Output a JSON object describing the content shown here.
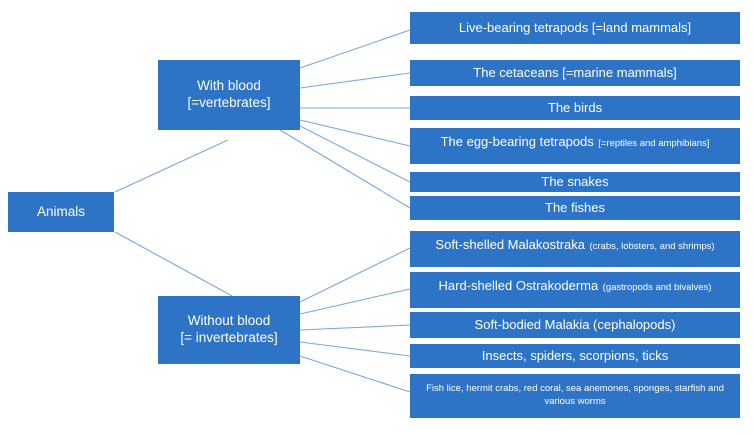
{
  "root": {
    "label": "Animals"
  },
  "branches": [
    {
      "id": "blood",
      "label_line1": "With blood",
      "label_line2": "[=vertebrates]"
    },
    {
      "id": "noblood",
      "label_line1": "Without blood",
      "label_line2": "[= invertebrates]"
    }
  ],
  "leaves_blood": [
    {
      "main": "Live-bearing tetrapods [=land mammals]"
    },
    {
      "main": "The cetaceans  [=marine mammals]"
    },
    {
      "main": "The birds"
    },
    {
      "main": "The egg-bearing tetrapods",
      "small": "[=reptiles and amphibians]"
    },
    {
      "main": "The snakes"
    },
    {
      "main": "The fishes"
    }
  ],
  "leaves_noblood": [
    {
      "main": "Soft-shelled Malakostraka",
      "small": "(crabs, lobsters, and shrimps)"
    },
    {
      "main": "Hard-shelled Ostrakoderma",
      "small": "(gastropods and bivalves)"
    },
    {
      "main": "Soft-bodied Malakia (cephalopods)"
    },
    {
      "main": "Insects, spiders, scorpions, ticks"
    },
    {
      "main": "",
      "small": "Fish lice, hermit crabs, red coral, sea anemones, sponges,  starfish and various worms"
    }
  ],
  "colors": {
    "box_fill": "#2e74c6",
    "box_text": "#ffffff",
    "connector": "#7aa9dd",
    "background": "#ffffff"
  }
}
